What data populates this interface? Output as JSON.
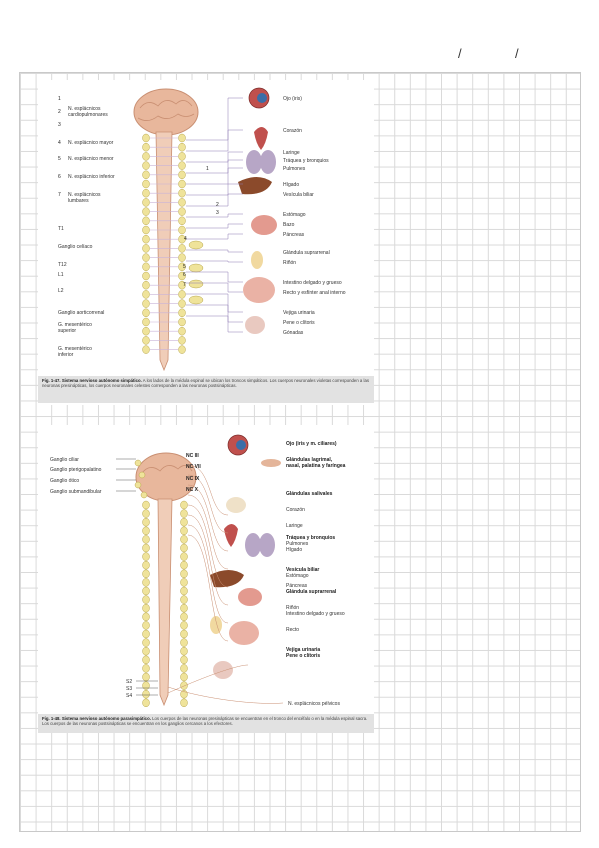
{
  "header": {
    "slash_1": "/",
    "slash_2": "/"
  },
  "figure_1": {
    "levels": [
      "1",
      "2",
      "3",
      "4",
      "5",
      "6",
      "7"
    ],
    "nerve_labels": [
      "N. esplácnicos cardiopulmonares",
      "N. esplácnico mayor",
      "N. esplácnico menor",
      "N. esplácnico inferior",
      "N. esplácnicos lumbares"
    ],
    "spinal_labels": [
      "T1",
      "Ganglio celíaco",
      "T12",
      "L1",
      "L2",
      "Ganglio aorticorrenal",
      "G. mesentérico superior",
      "G. mesentérico inferior"
    ],
    "organ_labels": [
      "Ojo (iris)",
      "Corazón",
      "Laringe",
      "Tráquea y bronquios",
      "Pulmones",
      "Hígado",
      "Vesícula biliar",
      "Estómago",
      "Bazo",
      "Páncreas",
      "Glándula suprarrenal",
      "Riñón",
      "Intestino delgado y grueso",
      "Recto y esfínter anal interno",
      "Vejiga urinaria",
      "Pene o clítoris",
      "Gónadas"
    ],
    "inner_numbers": [
      "1",
      "2",
      "3",
      "4",
      "5",
      "6",
      "7"
    ],
    "caption_title": "Fig. 1-47. Sistema nervioso autónomo simpático.",
    "caption_text": "A los lados de la médula espinal se ubican los troncos simpáticos. Los cuerpos neuronales violetas corresponden a las neuronas presinápticas, los cuerpos neuronales celestes corresponden a las neuronas postsinápticas."
  },
  "figure_2": {
    "ganglia_labels": [
      "Ganglio ciliar",
      "Ganglio pterigopalatino",
      "Ganglio ótico",
      "Ganglio submandibular"
    ],
    "cranial_nerves": [
      "NC III",
      "NC VII",
      "NC IX",
      "NC X"
    ],
    "sacral_labels": [
      "S2",
      "S3",
      "S4"
    ],
    "organ_labels": [
      "Ojo (iris y m. ciliares)",
      "Glándulas lagrimal, nasal, palatina y faríngea",
      "Glándulas salivales",
      "Corazón",
      "Laringe",
      "Tráquea y bronquios",
      "Pulmones",
      "Hígado",
      "Vesícula biliar",
      "Estómago",
      "Páncreas",
      "Glándula suprarrenal",
      "Riñón",
      "Intestino delgado y grueso",
      "Recto",
      "Vejiga urinaria",
      "Pene o clítoris",
      "N. esplácnicos pélvicos"
    ],
    "caption_title": "Fig. 1-48. Sistema nervioso autónomo parasimpático.",
    "caption_text": "Los cuerpos de las neuronas presinápticas se encuentran en el tronco del encéfalo o en la médula espinal sacra. Los cuerpos de las neuronas postsinápticas se encuentran en los ganglios cercanos a los efectores."
  }
}
